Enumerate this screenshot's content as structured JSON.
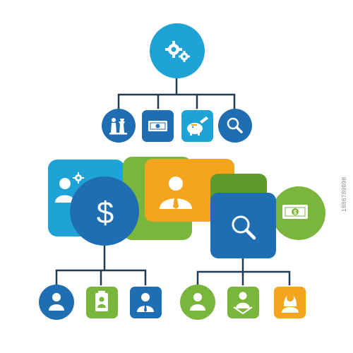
{
  "watermark": {
    "id_text": "1886789898"
  },
  "colors": {
    "top_circle": "#1fa3d6",
    "blue": "#1f6eb3",
    "light_blue": "#1fa3d6",
    "green": "#7ab53c",
    "yellow": "#f4a51c",
    "dark_green": "#5f9a2e",
    "line": "#1f3b55",
    "white": "#ffffff"
  },
  "diagram": {
    "root": {
      "icon": "gears-icon"
    },
    "level1": [
      {
        "shape": "circle",
        "color": "blue",
        "icon": "chess-pieces-icon"
      },
      {
        "shape": "square",
        "color": "blue",
        "icon": "banknote-icon"
      },
      {
        "shape": "square",
        "color": "light_blue",
        "icon": "piggy-bank-icon"
      },
      {
        "shape": "circle",
        "color": "blue",
        "icon": "magnifier-icon"
      }
    ],
    "cluster": [
      {
        "shape": "square",
        "color": "light_blue",
        "icon": "person-gear-icon"
      },
      {
        "shape": "square",
        "color": "green",
        "icon": "blank"
      },
      {
        "shape": "square",
        "color": "yellow",
        "icon": "businessman-icon"
      },
      {
        "shape": "circle",
        "color": "blue",
        "icon": "dollar-icon"
      },
      {
        "shape": "square",
        "color": "green",
        "icon": "blank"
      },
      {
        "shape": "circle",
        "color": "green",
        "icon": "banknote-icon"
      },
      {
        "shape": "square",
        "color": "blue",
        "icon": "magnifier-icon"
      }
    ],
    "left_children": [
      {
        "shape": "circle",
        "color": "blue",
        "icon": "user-icon"
      },
      {
        "shape": "square",
        "color": "green",
        "icon": "id-badge-icon"
      },
      {
        "shape": "square",
        "color": "blue",
        "icon": "businessman-icon"
      }
    ],
    "right_children": [
      {
        "shape": "circle",
        "color": "green",
        "icon": "user-icon"
      },
      {
        "shape": "square",
        "color": "green",
        "icon": "presenter-icon"
      },
      {
        "shape": "square",
        "color": "yellow",
        "icon": "woman-icon"
      }
    ]
  }
}
